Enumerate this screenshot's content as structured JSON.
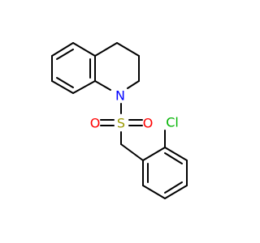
{
  "molecule": {
    "atoms": {
      "nitrogen": {
        "label": "N",
        "color": "#0000ff"
      },
      "sulfur": {
        "label": "S",
        "color": "#999900"
      },
      "oxygen_left": {
        "label": "O",
        "color": "#ff0000"
      },
      "oxygen_right": {
        "label": "O",
        "color": "#ff0000"
      },
      "chlorine": {
        "label": "Cl",
        "color": "#00b300"
      }
    },
    "bond_color": "#000000",
    "background": "#ffffff"
  }
}
